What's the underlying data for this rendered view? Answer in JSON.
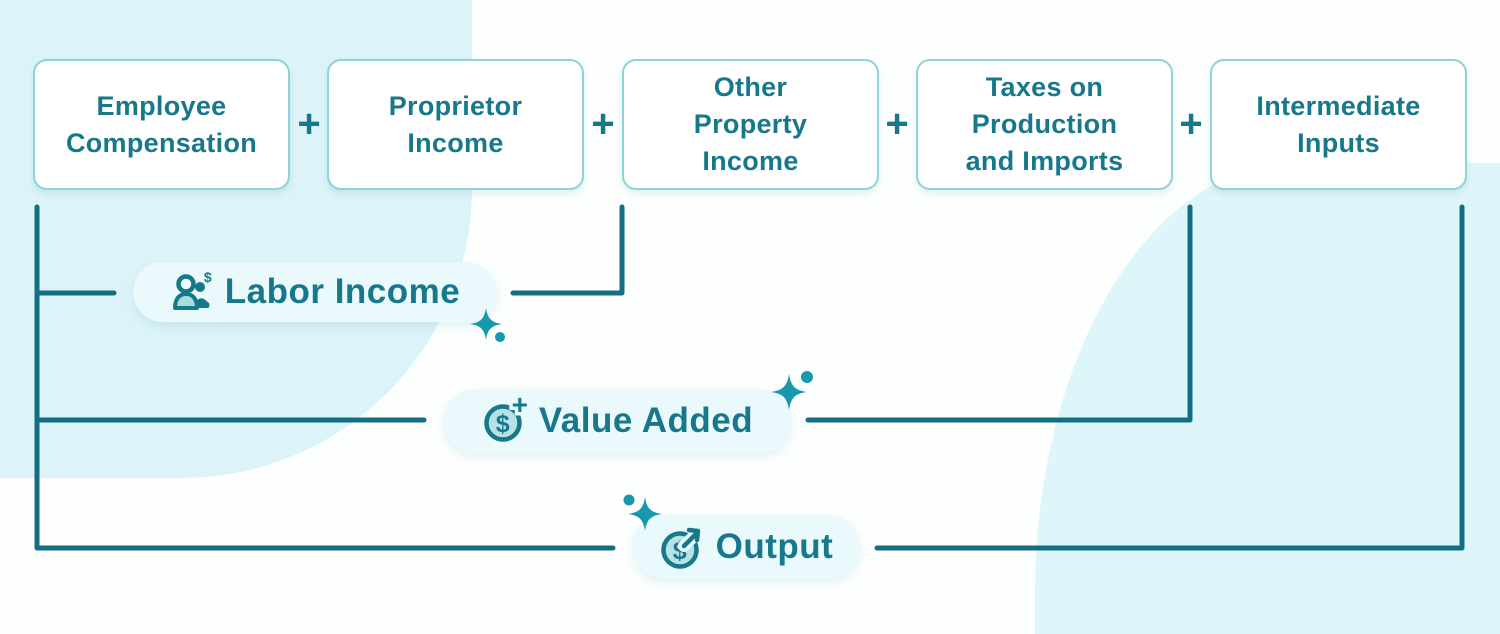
{
  "formula": {
    "plus": "+",
    "boxes": [
      {
        "id": "employee-compensation",
        "lines": [
          "Employee",
          "Compensation"
        ]
      },
      {
        "id": "proprietor-income",
        "lines": [
          "Proprietor",
          "Income"
        ]
      },
      {
        "id": "other-property-income",
        "lines": [
          "Other",
          "Property",
          "Income"
        ]
      },
      {
        "id": "taxes-production-imports",
        "lines": [
          "Taxes on",
          "Production",
          "and Imports"
        ]
      },
      {
        "id": "intermediate-inputs",
        "lines": [
          "Intermediate",
          "Inputs"
        ]
      }
    ]
  },
  "groups": [
    {
      "label": "Labor Income",
      "icon": "person-dollar-icon"
    },
    {
      "label": "Value Added",
      "icon": "coin-plus-icon"
    },
    {
      "label": "Output",
      "icon": "coin-arrow-icon"
    }
  ],
  "icon_symbols": {
    "dollar": "$",
    "plus": "+"
  },
  "colors": {
    "text": "#17788c",
    "line": "#136e82",
    "box_border": "#8ed2da",
    "blob": "#dcf4f9",
    "pill_background": "#e9f9fc",
    "sparkle": "#1798ad",
    "coin_fill": "#b7e1e7"
  }
}
